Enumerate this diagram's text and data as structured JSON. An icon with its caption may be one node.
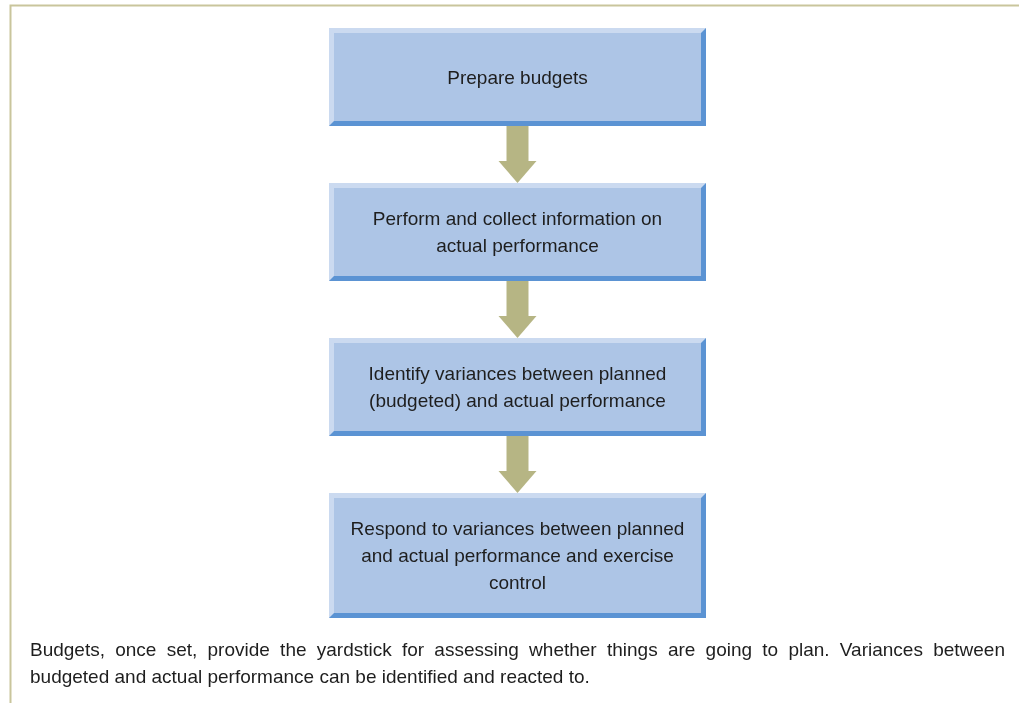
{
  "diagram": {
    "caption": "Budgets, once set, provide the yardstick for assessing whether things are going to plan. Variances between budgeted and actual performance can be identified and reacted to.",
    "nodes": [
      {
        "text": [
          "Prepare budgets"
        ]
      },
      {
        "text": [
          "Perform and collect information on actual performance"
        ]
      },
      {
        "text": [
          "Identify variances between planned (budgeted) and actual performance"
        ]
      },
      {
        "text": [
          "Respond to variances between planned and actual performance and exercise control"
        ]
      }
    ],
    "edges": [
      {
        "from": 0,
        "to": 1,
        "arrow": "to"
      },
      {
        "from": 1,
        "to": 2,
        "arrow": "to"
      },
      {
        "from": 2,
        "to": 3,
        "arrow": "to"
      }
    ]
  }
}
